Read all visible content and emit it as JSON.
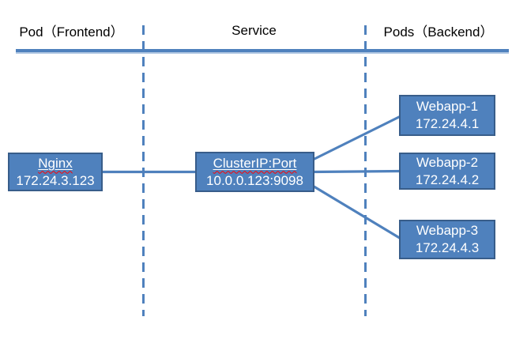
{
  "columns": [
    {
      "id": "frontend",
      "label": "Pod（Frontend）"
    },
    {
      "id": "service",
      "label": "Service"
    },
    {
      "id": "backend",
      "label": "Pods（Backend）"
    }
  ],
  "nodes": {
    "nginx": {
      "title": "Nginx",
      "ip": "172.24.3.123",
      "spellcheck_squiggle": true
    },
    "clusterip": {
      "title": "ClusterIP:Port",
      "ip": "10.0.0.123:9098",
      "spellcheck_squiggle": true
    },
    "webapp1": {
      "title": "Webapp-1",
      "ip": "172.24.4.1",
      "spellcheck_squiggle": false
    },
    "webapp2": {
      "title": "Webapp-2",
      "ip": "172.24.4.2",
      "spellcheck_squiggle": false
    },
    "webapp3": {
      "title": "Webapp-3",
      "ip": "172.24.4.3",
      "spellcheck_squiggle": false
    }
  },
  "edges": [
    {
      "from": "nginx",
      "to": "clusterip"
    },
    {
      "from": "clusterip",
      "to": "webapp1"
    },
    {
      "from": "clusterip",
      "to": "webapp2"
    },
    {
      "from": "clusterip",
      "to": "webapp3"
    }
  ],
  "colors": {
    "node_fill": "#4f81bd",
    "node_border": "#385d8a",
    "node_text": "#ffffff",
    "connector": "#4f81bd",
    "divider": "#4f81bd",
    "header_rule": "#4f81bd",
    "header_text": "#000000",
    "spellcheck": "#ff0000",
    "background": "#ffffff"
  }
}
